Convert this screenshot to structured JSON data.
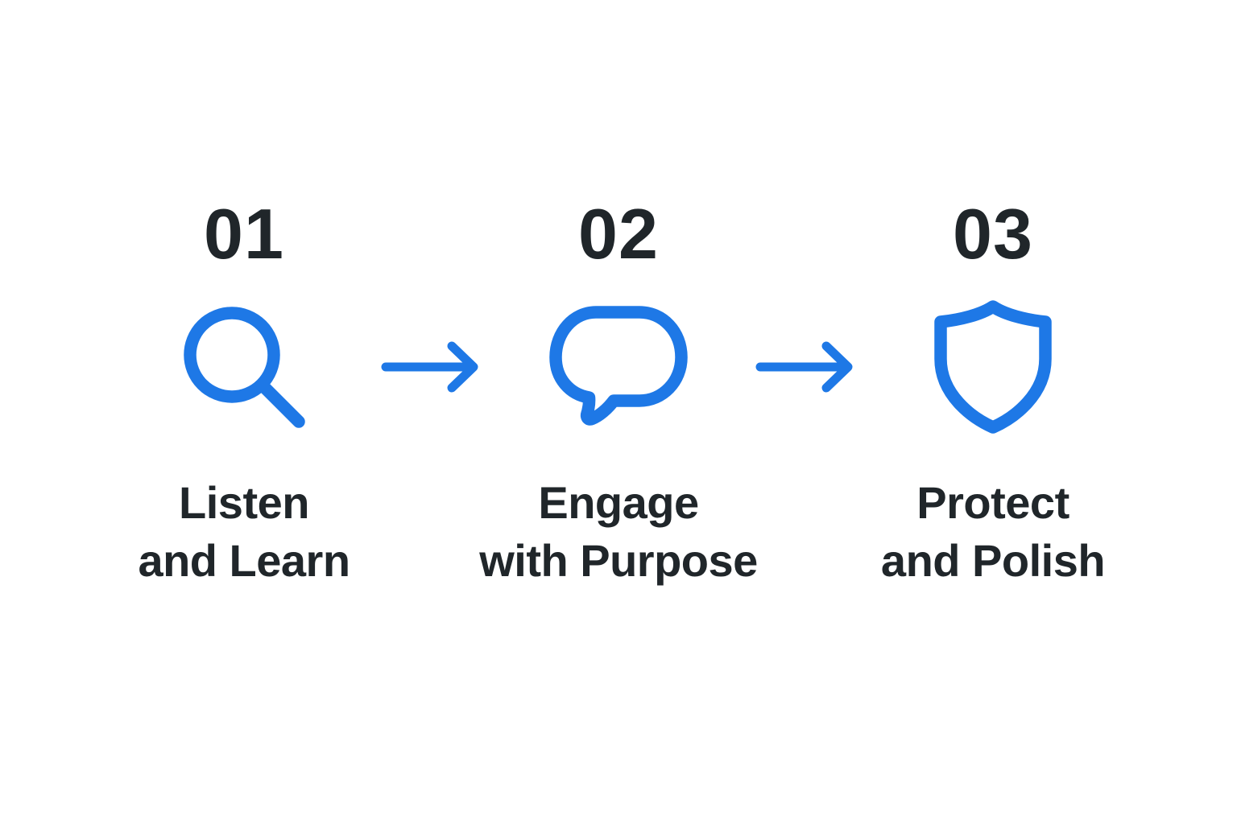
{
  "colors": {
    "page_bg": "#ffffff",
    "accent_blue": "#1E78E6",
    "text_dark": "#20262A"
  },
  "flow": {
    "steps": [
      {
        "number": "01",
        "icon": "search-icon",
        "label_line1": "Listen",
        "label_line2": "and Learn"
      },
      {
        "number": "02",
        "icon": "speech-bubble-icon",
        "label_line1": "Engage",
        "label_line2": "with Purpose"
      },
      {
        "number": "03",
        "icon": "shield-icon",
        "label_line1": "Protect",
        "label_line2": "and Polish"
      }
    ],
    "connector_icon": "arrow-right-icon"
  }
}
